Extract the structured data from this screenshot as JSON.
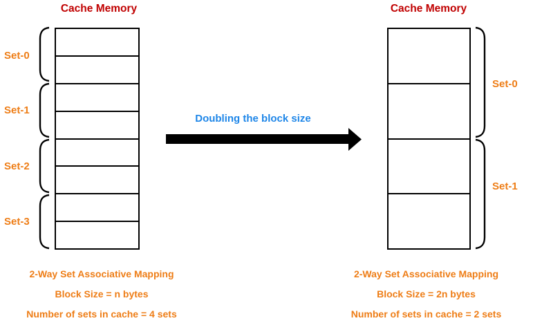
{
  "left_diagram": {
    "title": "Cache Memory",
    "set_labels": [
      "Set-0",
      "Set-1",
      "Set-2",
      "Set-3"
    ],
    "block_count": 8,
    "caption_lines": [
      "2-Way Set Associative Mapping",
      "Block Size = n bytes",
      "Number of sets in cache = 4 sets"
    ]
  },
  "transition": {
    "label": "Doubling the block size",
    "arrow_icon": "right-arrow"
  },
  "right_diagram": {
    "title": "Cache Memory",
    "set_labels": [
      "Set-0",
      "Set-1"
    ],
    "block_count": 4,
    "caption_lines": [
      "2-Way Set Associative Mapping",
      "Block Size = 2n bytes",
      "Number of sets in cache = 2 sets"
    ]
  },
  "colors": {
    "title_text": "#c00000",
    "set_label_text": "#ee7d16",
    "caption_text": "#ee7d16",
    "transition_text": "#1e86e8",
    "diagram_line": "#000000"
  }
}
